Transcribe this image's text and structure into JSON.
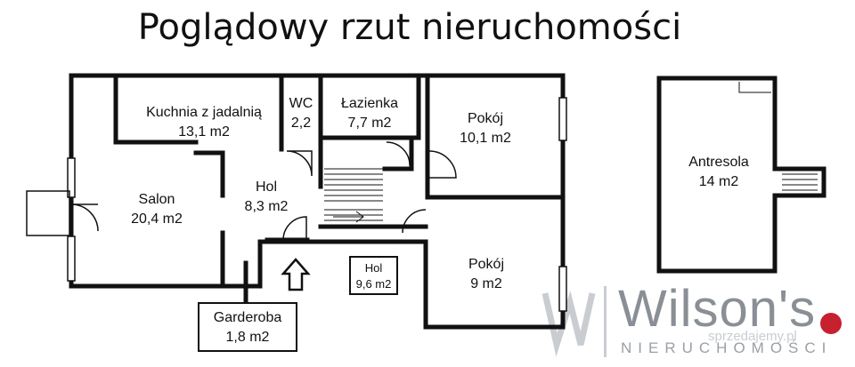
{
  "title": "Poglądowy rzut nieruchomości",
  "rooms": {
    "kuchnia": {
      "name": "Kuchnia z jadalnią",
      "area": "13,1 m2"
    },
    "wc": {
      "name": "WC",
      "area": "2,2"
    },
    "lazienka": {
      "name": "Łazienka",
      "area": "7,7 m2"
    },
    "pokoj1": {
      "name": "Pokój",
      "area": "10,1 m2"
    },
    "salon": {
      "name": "Salon",
      "area": "20,4 m2"
    },
    "hol": {
      "name": "Hol",
      "area": "8,3 m2"
    },
    "hol2": {
      "name": "Hol",
      "area": "9,6 m2"
    },
    "pokoj2": {
      "name": "Pokój",
      "area": "9 m2"
    },
    "garderoba": {
      "name": "Garderoba",
      "area": "1,8 m2"
    },
    "antresola": {
      "name": "Antresola",
      "area": "14 m2"
    }
  },
  "logo": {
    "brand": "Wilson's",
    "subtitle": "NIERUCHOMOŚCI",
    "watermark": "sprzedajemy.pl"
  },
  "colors": {
    "wall": "#111111",
    "logo_gray": "#8a8f96",
    "logo_light": "#c9cdd2"
  }
}
